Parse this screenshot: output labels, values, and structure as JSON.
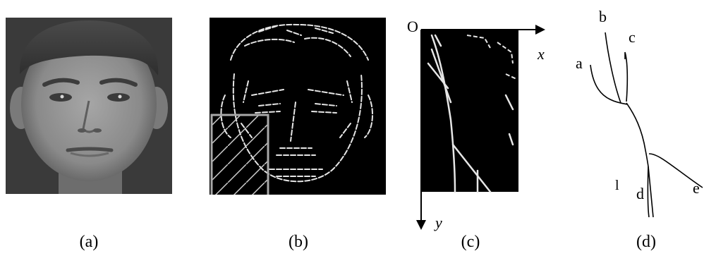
{
  "captions": {
    "a": "(a)",
    "b": "(b)",
    "c": "(c)",
    "d": "(d)"
  },
  "panel_c": {
    "origin_label": "O",
    "x_axis_label": "x",
    "y_axis_label": "y"
  },
  "panel_d": {
    "branch_labels": {
      "a": "a",
      "b": "b",
      "c": "c",
      "d": "d",
      "e": "e"
    },
    "stray_mark": "l"
  },
  "colors": {
    "background": "#ffffff",
    "edge_map_bg": "#000000",
    "edge_lines": "#e6e6e6",
    "roi_box": "#a8a8a8",
    "ink": "#000000"
  }
}
